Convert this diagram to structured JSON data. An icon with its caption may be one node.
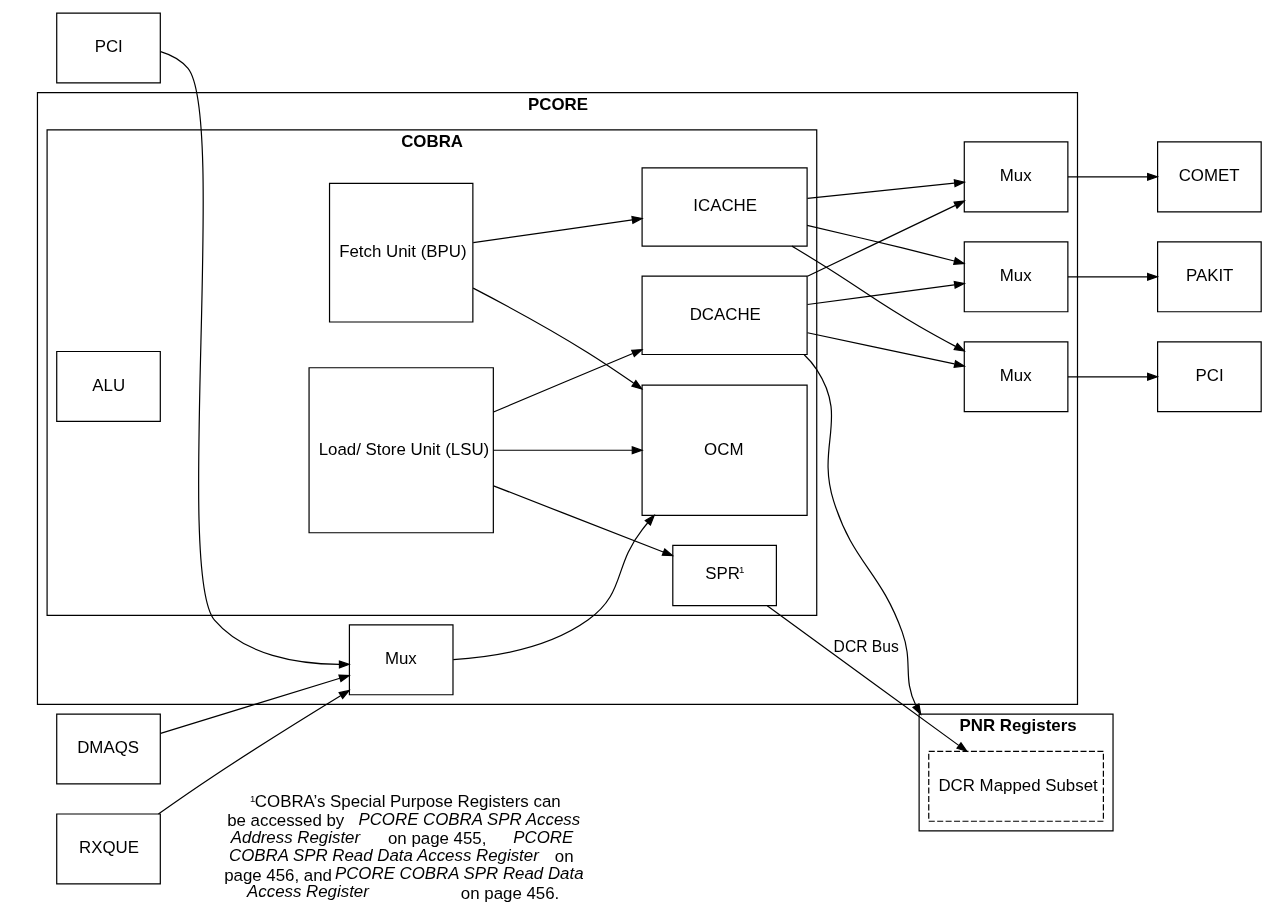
{
  "diagram": {
    "nodes": [
      {
        "text": [
          "PCORE"
        ]
      },
      {
        "text": [
          "COBRA"
        ],
        "in": 0
      },
      {
        "text": [
          "Fetch Unit (BPU)"
        ],
        "in": 1
      },
      {
        "text": [
          "ICACHE"
        ],
        "in": 1
      },
      {
        "text": [
          "ALU"
        ],
        "in": 1
      },
      {
        "text": [
          "OCM"
        ],
        "in": 1
      },
      {
        "text": [
          "Load/ Store Unit (LSU)"
        ],
        "in": 1
      },
      {
        "text": [
          "DCACHE"
        ],
        "in": 1
      },
      {
        "text": [
          "SPR$^{1}$"
        ],
        "in": 1
      },
      {
        "text": [
          "Mux"
        ],
        "in": 0
      },
      {
        "text": [
          "Mux"
        ],
        "in": 0
      },
      {
        "text": [
          "Mux"
        ],
        "in": 0
      },
      {
        "text": [
          "Mux"
        ],
        "in": 0
      },
      {
        "text": [
          "COMET"
        ]
      },
      {
        "text": [
          "PAKIT"
        ]
      },
      {
        "text": [
          "PCI"
        ]
      },
      {
        "text": [
          "PNR Registers"
        ]
      },
      {
        "text": [
          "DCR Mapped Subset"
        ],
        "in": 16
      },
      {
        "text": [
          "RXQUE"
        ]
      },
      {
        "text": [
          "DMAQS"
        ]
      },
      {
        "text": [
          "PCI"
        ]
      }
    ],
    "edges": [
      {
        "from": 2,
        "to": 3,
        "arrow": "to"
      },
      {
        "from": 2,
        "to": 5,
        "arrow": "to"
      },
      {
        "from": 6,
        "to": 5,
        "arrow": "to"
      },
      {
        "from": 6,
        "to": 7,
        "arrow": "to"
      },
      {
        "from": 6,
        "to": 8,
        "arrow": "to"
      },
      {
        "from": 3,
        "to": 10,
        "arrow": "to"
      },
      {
        "from": 3,
        "to": 11,
        "arrow": "to"
      },
      {
        "from": 3,
        "to": 12,
        "arrow": "to"
      },
      {
        "from": 7,
        "to": 10,
        "arrow": "to"
      },
      {
        "from": 7,
        "to": 11,
        "arrow": "to"
      },
      {
        "from": 7,
        "to": 12,
        "arrow": "to"
      },
      {
        "from": 7,
        "to": 16,
        "arrow": "to"
      },
      {
        "from": 9,
        "to": 5,
        "arrow": "to"
      },
      {
        "from": 8,
        "to": 17,
        "arrow": "to",
        "label": "DCR Bus"
      },
      {
        "from": 18,
        "to": 9,
        "arrow": "to"
      },
      {
        "from": 19,
        "to": 9,
        "arrow": "to"
      },
      {
        "from": 20,
        "to": 9,
        "arrow": "to"
      },
      {
        "from": 10,
        "to": 13,
        "arrow": "to"
      },
      {
        "from": 11,
        "to": 14,
        "arrow": "to"
      },
      {
        "from": 12,
        "to": 15,
        "arrow": "to"
      }
    ],
    "labels": [
      "$^{1}$COBRA’s Special Purpose Registers can be accessed by *PCORE COBRA SPR Access Address Register* on page 455, *PCORE COBRA SPR Read Data Access Register* on page 456, and *PCORE COBRA SPR Read Data Access Register* on page 456."
    ]
  }
}
